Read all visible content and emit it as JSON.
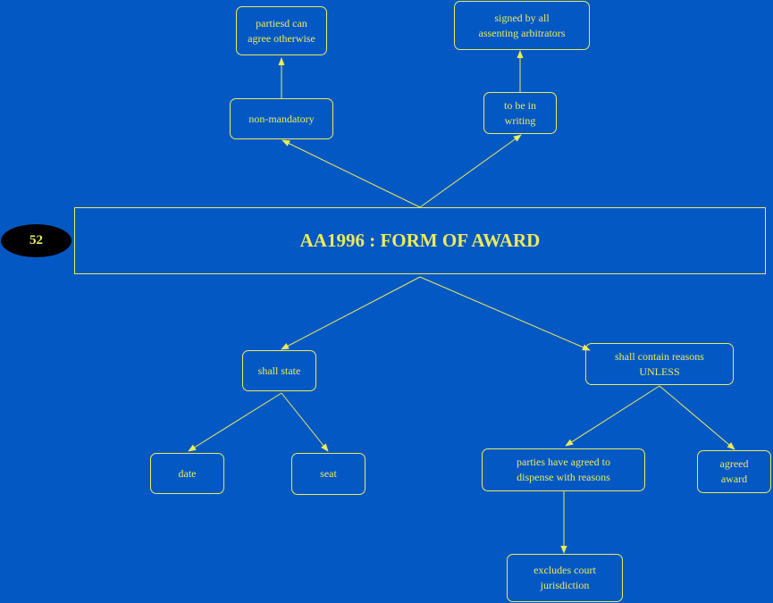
{
  "slide_number": "52",
  "title": "AA1996 : FORM OF AWARD",
  "nodes": {
    "parties_can_agree": "partiesd can\nagree otherwise",
    "signed_by_all": "signed by all\nassenting arbitrators",
    "non_mandatory": "non-mandatory",
    "to_be_in_writing": "to be in\nwriting",
    "shall_state": "shall state",
    "shall_contain_reasons": "shall contain reasons\nUNLESS",
    "date": "date",
    "seat": "seat",
    "parties_agreed_dispense": "parties have agreed to\ndispense with reasons",
    "agreed_award": "agreed\naward",
    "excludes_court": "excludes court\njurisdiction"
  },
  "colors": {
    "background": "#0458c4",
    "foreground": "#ecec58",
    "badge": "#000000"
  }
}
